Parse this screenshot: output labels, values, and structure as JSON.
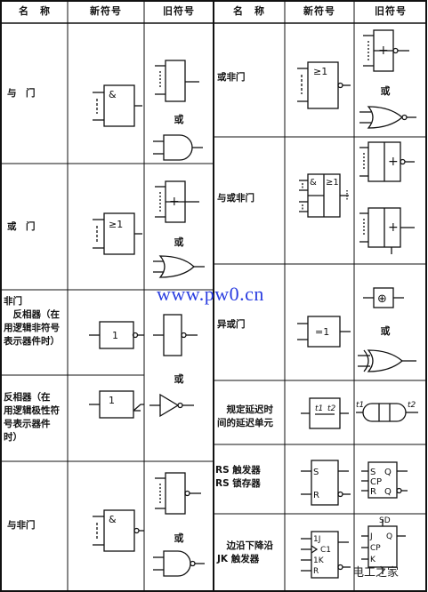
{
  "headers": {
    "name": "名　称",
    "new": "新符号",
    "old": "旧符号"
  },
  "or_word": "或",
  "left_rows": [
    {
      "name": "与　门",
      "new_symbol": "&"
    },
    {
      "name": "或　门",
      "new_symbol": "≥1"
    },
    {
      "name": "非门\n　反相器（在\n用逻辑非符号\n表示器件时）",
      "new_symbol": "1"
    },
    {
      "name": "反相器（在\n用逻辑极性符\n号表示器件\n时）",
      "new_symbol": "1"
    },
    {
      "name": "与非门",
      "new_symbol": "&"
    }
  ],
  "right_rows": [
    {
      "name": "或非门",
      "new_symbol": "≥1",
      "old_symbol": "+"
    },
    {
      "name": "与或非门",
      "new_symbol_a": "&",
      "new_symbol_b": "≥1",
      "old_symbol": "+"
    },
    {
      "name": "异或门",
      "new_symbol": "=1",
      "old_symbol": "⊕"
    },
    {
      "name": "　规定延迟时\n间的延迟单元",
      "t1": "t1",
      "t2": "t2"
    },
    {
      "name": "RS 触发器\nRS 锁存器",
      "s": "S",
      "r": "R",
      "q": "Q",
      "cp": "CP"
    },
    {
      "name": "　边沿下降沿\nJK 触发器",
      "j": "1J",
      "c": "C1",
      "k": "1K",
      "r": "R",
      "sd": "SD",
      "jj": "J",
      "kk": "K",
      "cp": "CP",
      "q": "Q"
    }
  ],
  "watermark": "www.pw0.cn",
  "brand": "电工之家"
}
